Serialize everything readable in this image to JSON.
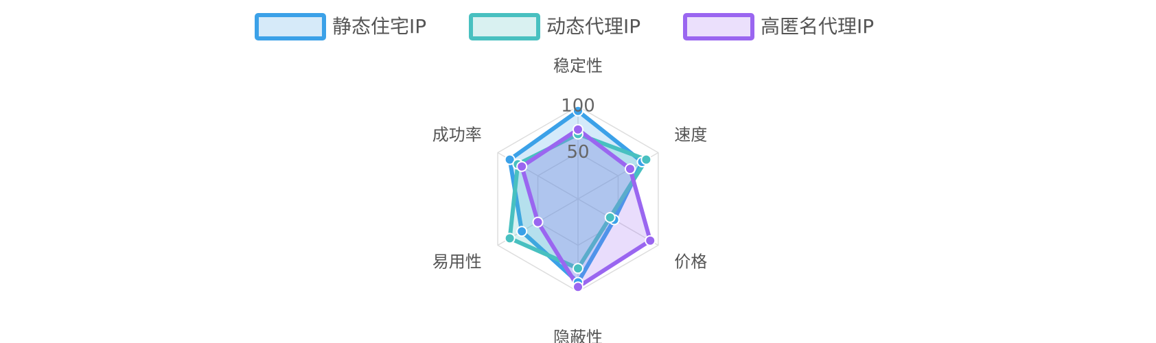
{
  "chart_data": {
    "type": "radar",
    "axes": [
      "稳定性",
      "速度",
      "价格",
      "隐蔽性",
      "易用性",
      "成功率"
    ],
    "r_range": [
      0,
      100
    ],
    "ticks": [
      "50",
      "100"
    ],
    "grid": true,
    "legend_position": "top",
    "series": [
      {
        "name": "静态住宅IP",
        "values": [
          95,
          80,
          45,
          90,
          70,
          85
        ],
        "color": "#3ba1e8",
        "fill": "#d6eaf9"
      },
      {
        "name": "动态代理IP",
        "values": [
          70,
          85,
          40,
          75,
          85,
          75
        ],
        "color": "#48c0c0",
        "fill": "#d9f1f1"
      },
      {
        "name": "高匿名代理IP",
        "values": [
          75,
          65,
          90,
          95,
          50,
          70
        ],
        "color": "#9a66f0",
        "fill": "#ebe0fc"
      }
    ]
  }
}
